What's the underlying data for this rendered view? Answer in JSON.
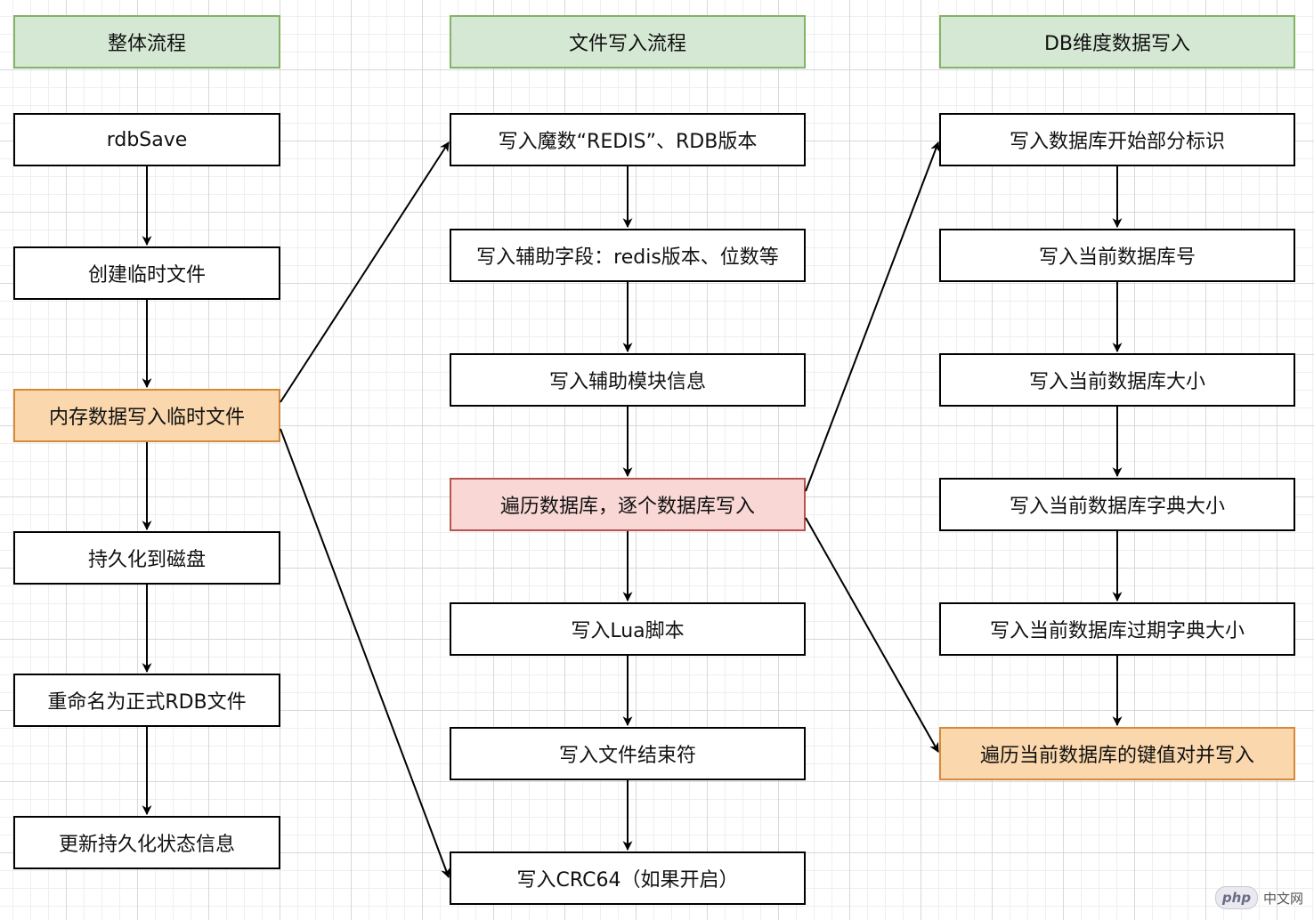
{
  "headers": {
    "col1": "整体流程",
    "col2": "文件写入流程",
    "col3": "DB维度数据写入"
  },
  "col1_steps": [
    "rdbSave",
    "创建临时文件",
    "内存数据写入临时文件",
    "持久化到磁盘",
    "重命名为正式RDB文件",
    "更新持久化状态信息"
  ],
  "col2_steps": [
    "写入魔数“REDIS”、RDB版本",
    "写入辅助字段：redis版本、位数等",
    "写入辅助模块信息",
    "遍历数据库，逐个数据库写入",
    "写入Lua脚本",
    "写入文件结束符",
    "写入CRC64（如果开启）"
  ],
  "col3_steps": [
    "写入数据库开始部分标识",
    "写入当前数据库号",
    "写入当前数据库大小",
    "写入当前数据库字典大小",
    "写入当前数据库过期字典大小",
    "遍历当前数据库的键值对并写入"
  ],
  "colors": {
    "header_fill": "#d5e8d4",
    "header_stroke": "#82b366",
    "orange_fill": "#fad7ac",
    "orange_stroke": "#d6883b",
    "red_fill": "#f8d7d5",
    "red_stroke": "#b85450"
  },
  "watermark": {
    "logo": "php",
    "text": "中文网"
  }
}
